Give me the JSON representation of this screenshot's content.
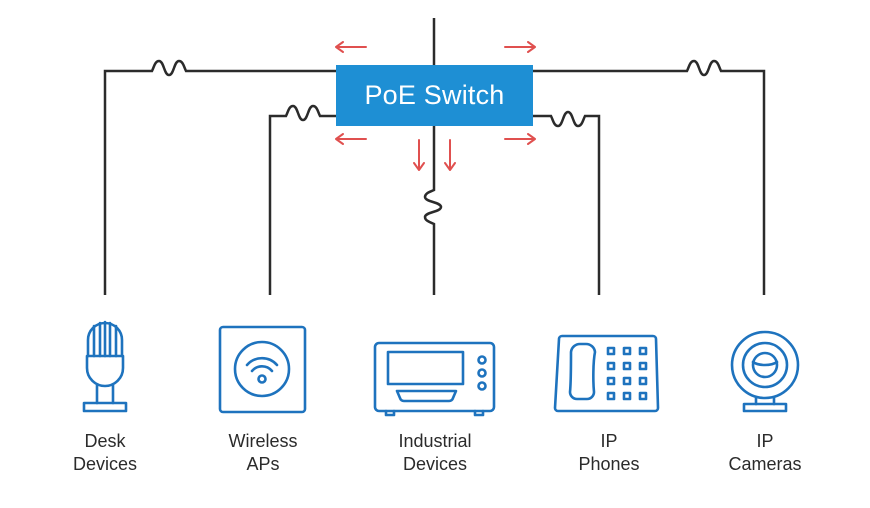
{
  "title": "PoE Switch",
  "colors": {
    "switch_fill": "#1e8fd4",
    "wire": "#2b2b2b",
    "arrow": "#e0504f",
    "icon": "#1e73be"
  },
  "devices": [
    {
      "line1": "Desk",
      "line2": "Devices",
      "icon": "microphone-icon"
    },
    {
      "line1": "Wireless",
      "line2": "APs",
      "icon": "wifi-access-point-icon"
    },
    {
      "line1": "Industrial",
      "line2": "Devices",
      "icon": "industrial-device-icon"
    },
    {
      "line1": "IP",
      "line2": "Phones",
      "icon": "desk-phone-icon"
    },
    {
      "line1": "IP",
      "line2": "Cameras",
      "icon": "webcam-icon"
    }
  ]
}
